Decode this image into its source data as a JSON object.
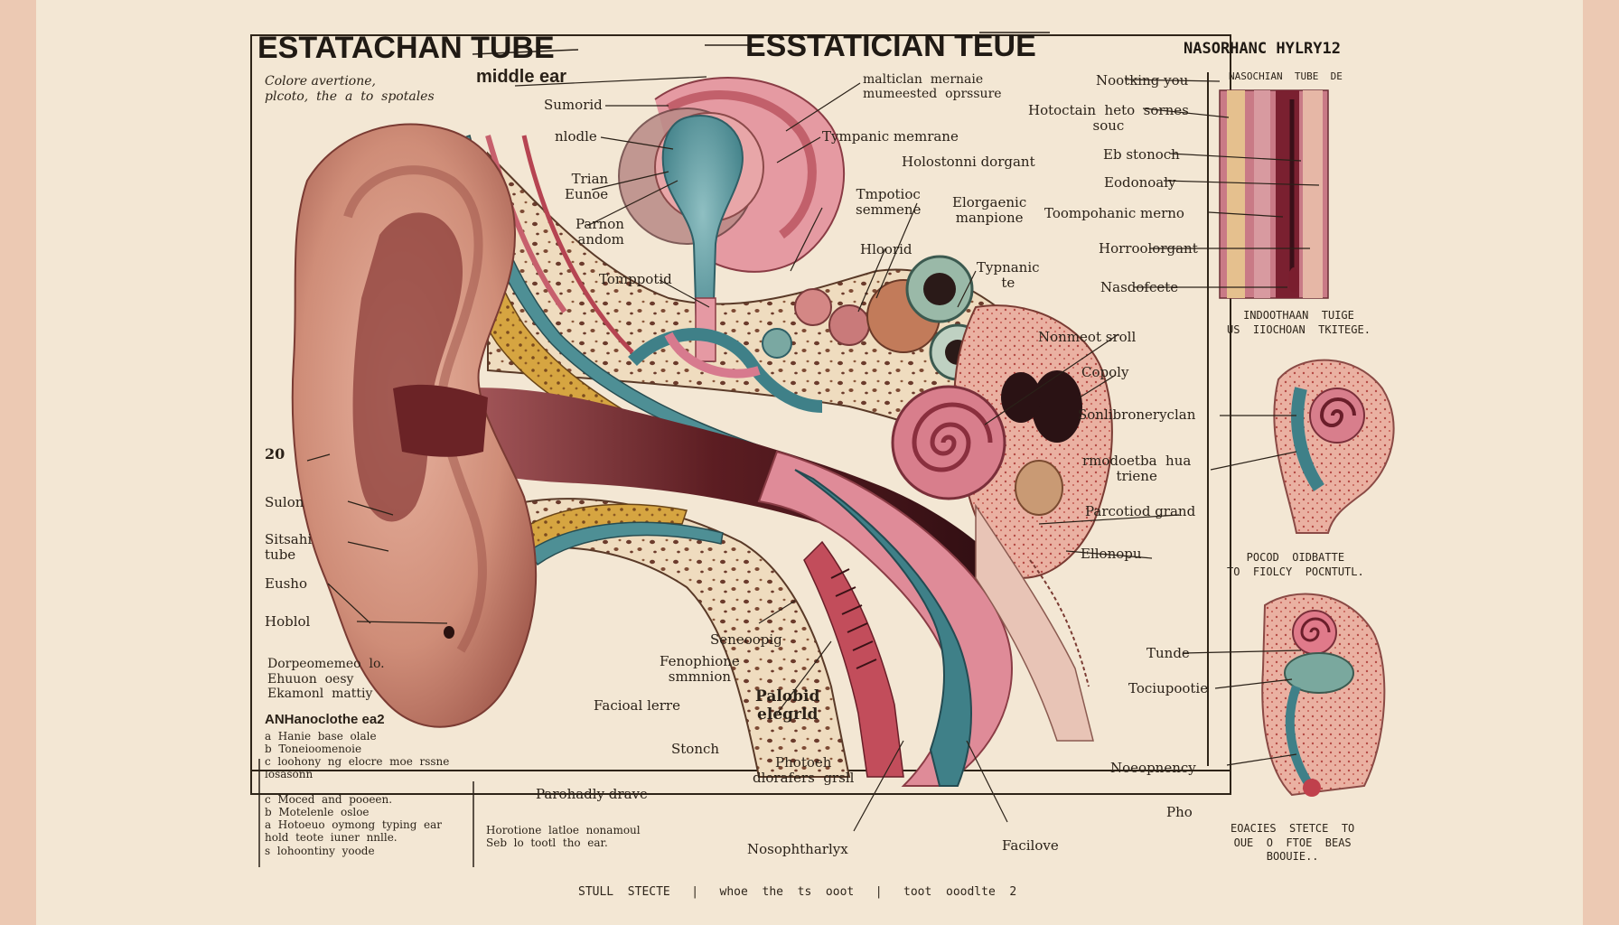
{
  "header": {
    "title_left": "ESTATACHAN TUBE",
    "title_center": "ESSTATICIAN  TEUE",
    "title_right": "NASORHANC HYLRY12"
  },
  "intro_note": "Colore avertione,\nplcoto,  the  a  to  spotales",
  "labels": {
    "middle_ear": "middle ear",
    "sumorid": "Sumorid",
    "nlodle": "nlodle",
    "trian_eunoe": "Trian\nEunoe",
    "parnon_andom": "Parnon\nandom",
    "tomppotid": "Tomppotid",
    "malticlan": "malticlan  mernaie\nmumeested  oprssure",
    "tympanic_memrane": "Tympanic  memrane",
    "holostonni": "Holostonni  dorgant",
    "tmpotioc_semmene": "Tmpotioc\nsemmene",
    "elorgaenic": "Elorgaenic\nmanpione",
    "hloorid": "Hloorid",
    "typnanic_te": "Typnanic\nte",
    "num_20": "20",
    "sulon": "Sulon",
    "sitsahi_tube": "Sitsahi\ntube",
    "eusho": "Eusho",
    "hoblol": "Hoblol",
    "seneoopig": "Seneoopig",
    "fenophione": "Fenophione\nsmmnion",
    "facioal_lerre": "Facioal  lerre",
    "palobid_elegrld": "Palobid\nelegrld",
    "stonch": "Stonch",
    "photoeh": "Photoeh\ndlorafers  grsll",
    "parohadly": "Parohadly  drave",
    "nosophtharlyx": "Nosophtharlyx",
    "facilove": "Facilove",
    "nootking_you": "Nootking you",
    "hotoctain": "Hotoctain  heto  sornes\nsouc",
    "eb_stonoch": "Eb  stonoch",
    "eodonoaly": "Eodonoaly",
    "toompohanic": "Toompohanic  merno",
    "horroolorgant": "Horroolorgant",
    "nasdofcete": "Nasdofcete",
    "nonmeot_sroll": "Nonmeot  sroll",
    "copoly": "Copoly",
    "sonlibronery": "Sonlibroneryclan",
    "rmodoetba": "rmodoetba  hua\ntriene",
    "parcotiod": "Parcotiod  grand",
    "ellonopu": "Ellonopu",
    "tunde": "Tunde",
    "tociupootie": "Tociupootie",
    "noeopnency": "Noeopnency",
    "pho": "Pho"
  },
  "left_notes": {
    "note1": "Dorpeomemeo  lo.\nEhuuon  oesy\nEkamonl  mattiy",
    "list_title": "ANHanoclothe  ea2",
    "list1": [
      "Hanie  base  olale",
      "Toneioomenoie",
      "loohony  ng  elocre  moe  rssne\nlosasonn"
    ],
    "list2": [
      "Moced  and  pooeen.",
      "Motelenle  osloe",
      "Hotoeuo  oymong  typing  ear\nhold  teote  iuner  nnlle.",
      "lohoontiny  yoode"
    ],
    "bottom_note": "Horotione  latloe  nonamoul\nSeb  lo  tootl  tho  ear."
  },
  "right_panel": {
    "top_label": "NASOCHIAN  TUBE  DE",
    "caption1": "INDOOTHAAN  TUIGE\nUS  IIOCHOAN  TKITEGE.",
    "caption2": "POCOD  OIDBATTE\nTO  FIOLCY  POCNTUTL.",
    "caption3": "EOACIES  STETCE  TO\nOUE  O  FTOE  BEAS\nBOOUIE.."
  },
  "footer": {
    "text": "STULL  STECTE   |   whoe  the  ts  ooot   |   toot  ooodlte  2"
  },
  "colors": {
    "paper": "#f3e7d4",
    "background": "#ecc9b3",
    "skin": "#d49a85",
    "skin_dark": "#7a2f2c",
    "bone": "#ecd7b5",
    "teal": "#4d8e95",
    "pink": "#e2909a",
    "yellow": "#d7a93f"
  }
}
